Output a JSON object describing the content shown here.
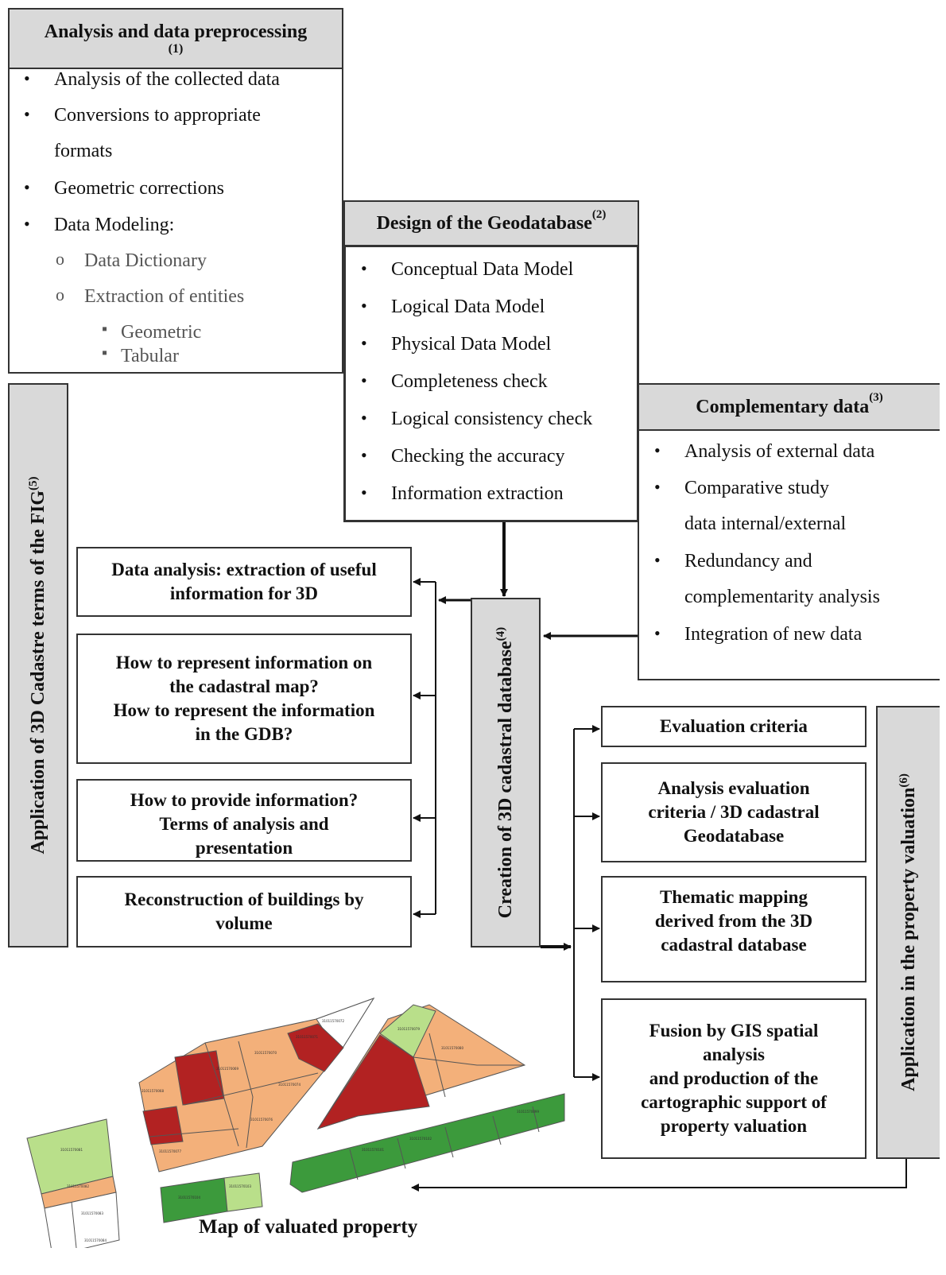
{
  "box1": {
    "title": "Analysis and data preprocessing",
    "num": "(1)",
    "items": [
      "Analysis of the collected data",
      "Conversions to appropriate",
      "formats",
      "Geometric corrections",
      "Data Modeling:"
    ],
    "sub": [
      "Data Dictionary",
      "Extraction of entities"
    ],
    "subsub": [
      "Geometric",
      "Tabular"
    ]
  },
  "box2": {
    "title": "Design of the Geodatabase",
    "num": "(2)",
    "items": [
      "Conceptual Data Model",
      "Logical Data Model",
      "Physical Data Model",
      "Completeness check",
      "Logical consistency check",
      "Checking the accuracy",
      "Information extraction"
    ]
  },
  "box3": {
    "title": "Complementary data",
    "num": "(3)",
    "items": [
      "Analysis of external data",
      "Comparative study",
      "data internal/external",
      "Redundancy and",
      "complementarity analysis",
      "Integration of new data"
    ]
  },
  "box4": {
    "title": "Creation of 3D cadastral database",
    "num": "(4)"
  },
  "box5": {
    "title": "Application of 3D Cadastre terms of the FIG",
    "num": "(5)"
  },
  "box6": {
    "title": "Application in the property valuation",
    "num": "(6)"
  },
  "left_boxes": [
    [
      "Data analysis: extraction of useful",
      "information for 3D"
    ],
    [
      "How to represent information on",
      "the cadastral map?",
      "How to represent the information",
      "in the GDB?"
    ],
    [
      "How to provide information?",
      "Terms of analysis and",
      "presentation"
    ],
    [
      "Reconstruction of buildings by",
      "volume"
    ]
  ],
  "right_boxes": [
    [
      "Evaluation criteria"
    ],
    [
      "Analysis evaluation",
      "criteria / 3D cadastral",
      "Geodatabase"
    ],
    [
      "Thematic mapping",
      "derived from the 3D",
      "cadastral database"
    ],
    [
      "Fusion by GIS spatial",
      "analysis",
      "and production of the",
      "cartographic support of",
      "property valuation"
    ]
  ],
  "map": {
    "caption": "Map of valuated property",
    "colors": {
      "dark_red": "#b22222",
      "orange": "#f3b07a",
      "light_green": "#b9df8a",
      "green": "#3c9a3c",
      "white": "#ffffff"
    },
    "parcel_labels": [
      "31011570072",
      "31011570071",
      "31011570070",
      "31011570069",
      "31011570068",
      "31011570074",
      "31011570076",
      "31011570077",
      "31011570079",
      "31011570080",
      "31011570081",
      "31011570082",
      "31011570083",
      "31011570084",
      "31011570101",
      "31011570102",
      "31011570103",
      "31011570104",
      "31011570099"
    ]
  },
  "colors": {
    "header_gray": "#d9d9d9",
    "border": "#333333"
  }
}
